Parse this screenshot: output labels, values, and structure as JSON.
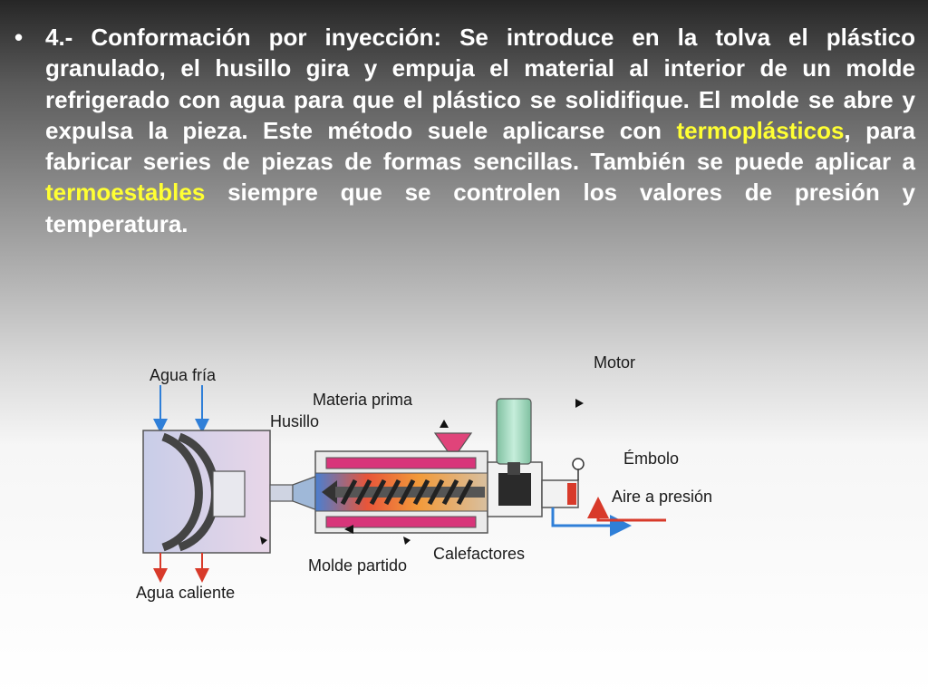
{
  "text": {
    "bullet": "•",
    "seg1": "4.- Conformación por inyección: Se introduce en la tolva el plástico granulado, el husillo gira y empuja el material al interior de un molde refrigerado con agua para que el plástico se solidifique. El molde se abre y expulsa la pieza. Este método suele aplicarse con ",
    "term1": "termoplásticos",
    "seg2": ", para fabricar series de piezas de formas sencillas. También se puede aplicar a ",
    "term2": "termoestables",
    "seg3": "  siempre que se controlen los valores de presión y temperatura."
  },
  "diagram": {
    "labels": {
      "agua_fria": "Agua fría",
      "motor": "Motor",
      "materia_prima": "Materia prima",
      "husillo": "Husillo",
      "embolo": "Émbolo",
      "aire_presion": "Aire a presión",
      "calefactores": "Calefactores",
      "molde_partido": "Molde partido",
      "agua_caliente": "Agua caliente"
    },
    "colors": {
      "cold_water": "#2f7fd8",
      "hot_water": "#d83a2a",
      "heater": "#d8357a",
      "hopper": "#e0447a",
      "motor": "#9fd9b8"
    }
  }
}
